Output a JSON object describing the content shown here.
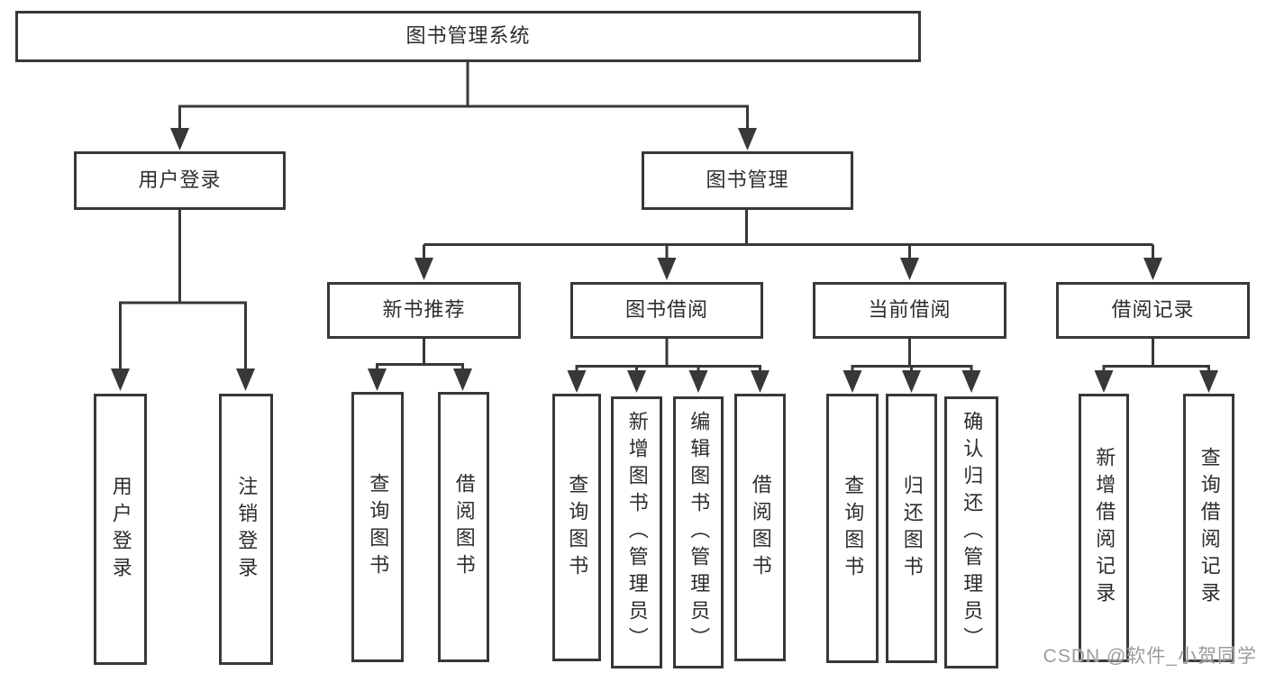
{
  "diagram_title": "图书管理系统",
  "tree": {
    "root": {
      "label": "图书管理系统"
    },
    "branches": [
      {
        "label": "用户登录",
        "children": [
          {
            "label": "用户登录"
          },
          {
            "label": "注销登录"
          }
        ]
      },
      {
        "label": "图书管理",
        "children": [
          {
            "label": "新书推荐",
            "children": [
              {
                "label": "查询图书"
              },
              {
                "label": "借阅图书"
              }
            ]
          },
          {
            "label": "图书借阅",
            "children": [
              {
                "label": "查询图书"
              },
              {
                "label": "新增图书（管理员）"
              },
              {
                "label": "编辑图书（管理员）"
              },
              {
                "label": "借阅图书"
              }
            ]
          },
          {
            "label": "当前借阅",
            "children": [
              {
                "label": "查询图书"
              },
              {
                "label": "归还图书"
              },
              {
                "label": "确认归还（管理员）"
              }
            ]
          },
          {
            "label": "借阅记录",
            "children": [
              {
                "label": "新增借阅记录"
              },
              {
                "label": "查询借阅记录"
              }
            ]
          }
        ]
      }
    ]
  },
  "watermark": "CSDN @软件_小贺同学",
  "colors": {
    "line": "#383838",
    "text": "#2d2d2d",
    "watermark": "#9c9c9c",
    "background": "#ffffff"
  }
}
